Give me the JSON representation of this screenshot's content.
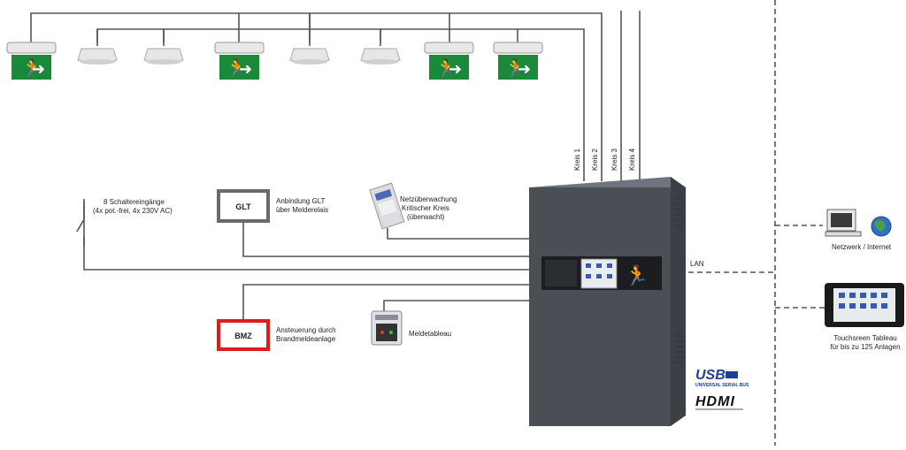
{
  "circuits": [
    "Kreis 1",
    "Kreis 2",
    "Kreis 3",
    "Kreis 4"
  ],
  "switch_inputs": {
    "line1": "8 Schaltereingänge",
    "line2": "(4x pot.-frei, 4x 230V AC)"
  },
  "glt": {
    "box_label": "GLT",
    "desc1": "Anbindung GLT",
    "desc2": "über Melderelais"
  },
  "monitor": {
    "line1": "Netzüberwachung",
    "line2": "Kritischer Kreis",
    "line3": "(überwacht)"
  },
  "bmz": {
    "box_label": "BMZ",
    "desc1": "Ansteuerung durch",
    "desc2": "Brandmeldeanlage"
  },
  "tableau": {
    "label": "Meldetableau"
  },
  "lan": {
    "label": "LAN"
  },
  "network": {
    "label": "Netzwerk / Internet"
  },
  "touchscreen": {
    "line1": "Touchsreen Tableau",
    "line2": "für bis zu 125 Anlagen"
  },
  "logos": {
    "usb": "USB",
    "usb_sub": "UNIVERSAL SERIAL BUS",
    "hdmi": "HDMI"
  },
  "colors": {
    "exit_green": "#1a8a3a",
    "bmz_red": "#e01b1b",
    "glt_gray": "#6a6a6a",
    "cabinet": "#4a4f55",
    "usb_blue": "#1f3f8f"
  }
}
